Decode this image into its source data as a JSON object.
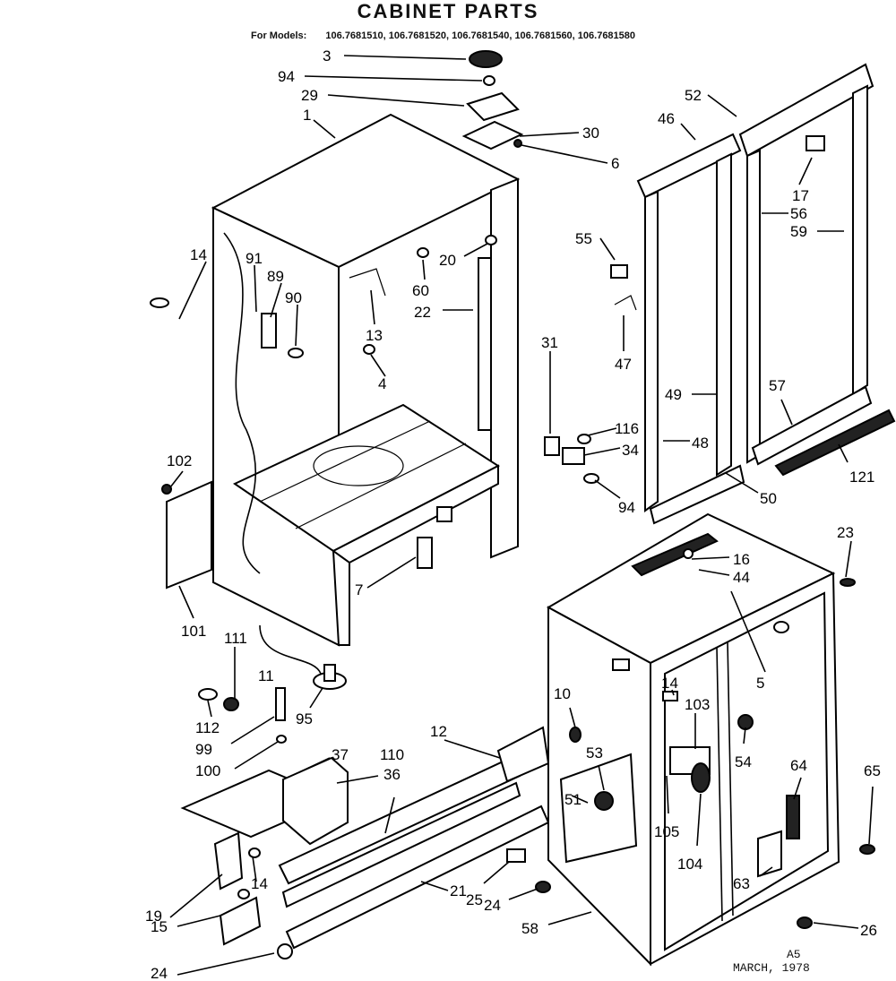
{
  "title": "CABINET PARTS",
  "models_label": "For Models:",
  "models": "106.7681510, 106.7681520, 106.7681540, 106.7681560, 106.7681580",
  "footer": {
    "code": "A5",
    "date": "MARCH, 1978"
  },
  "callouts": [
    "3",
    "94",
    "29",
    "1",
    "30",
    "6",
    "52",
    "46",
    "17",
    "56",
    "59",
    "14",
    "91",
    "89",
    "90",
    "60",
    "20",
    "22",
    "13",
    "4",
    "55",
    "47",
    "31",
    "116",
    "34",
    "94",
    "49",
    "48",
    "57",
    "50",
    "121",
    "102",
    "101",
    "111",
    "95",
    "11",
    "112",
    "99",
    "100",
    "7",
    "23",
    "16",
    "44",
    "5",
    "10",
    "14",
    "103",
    "53",
    "51",
    "54",
    "64",
    "65",
    "105",
    "104",
    "12",
    "37",
    "110",
    "36",
    "21",
    "25",
    "24",
    "19",
    "14",
    "15",
    "24",
    "58",
    "63",
    "26"
  ]
}
